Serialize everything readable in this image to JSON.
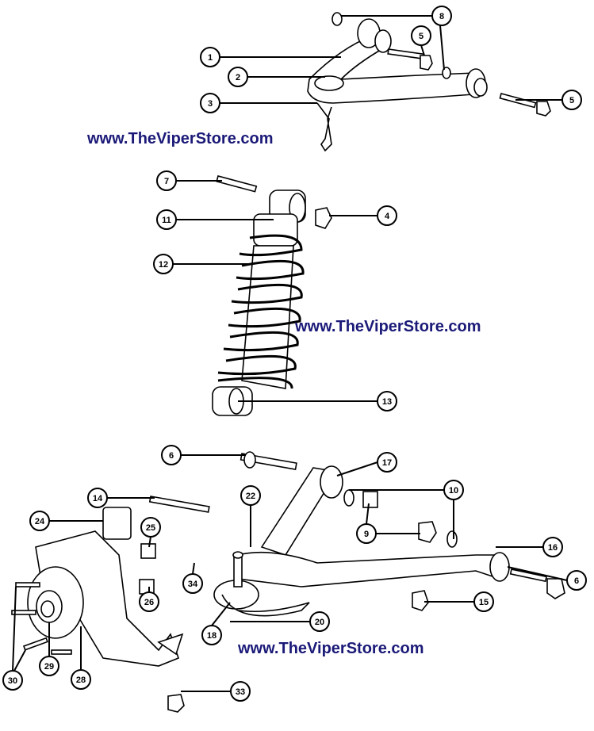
{
  "watermark": "www.TheViperStore.com",
  "watermarks": [
    "www.TheViperStore.com",
    "www.TheViperStore.com",
    "www.TheViperStore.com"
  ],
  "callouts": [
    "8",
    "5",
    "1",
    "2",
    "3",
    "5",
    "7",
    "4",
    "11",
    "12",
    "13",
    "6",
    "17",
    "10",
    "14",
    "22",
    "24",
    "25",
    "9",
    "16",
    "6",
    "34",
    "15",
    "26",
    "20",
    "18",
    "29",
    "28",
    "30",
    "33"
  ]
}
